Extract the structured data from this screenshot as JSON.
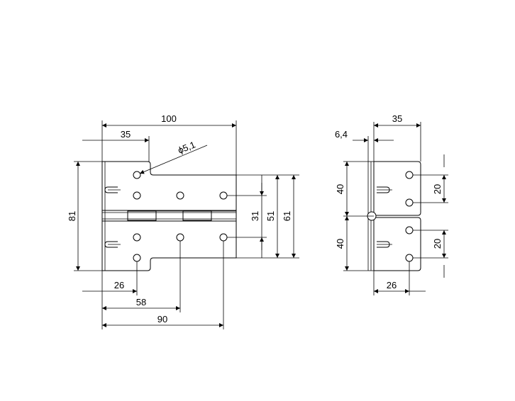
{
  "front_view": {
    "dim_overall_width": "100",
    "dim_top_hole_offset": "35",
    "dim_hole_diameter": "ϕ5,1",
    "dim_overall_height": "81",
    "dim_inner_height": "31",
    "dim_mid_height": "51",
    "dim_outer_height": "61",
    "dim_hole_row_1": "26",
    "dim_hole_row_2": "58",
    "dim_hole_row_3": "90"
  },
  "side_view": {
    "dim_thickness": "6,4",
    "dim_width": "35",
    "dim_upper_leaf": "40",
    "dim_lower_leaf": "40",
    "dim_upper_hole_pitch": "20",
    "dim_lower_hole_pitch": "20",
    "dim_hole_offset": "26"
  }
}
